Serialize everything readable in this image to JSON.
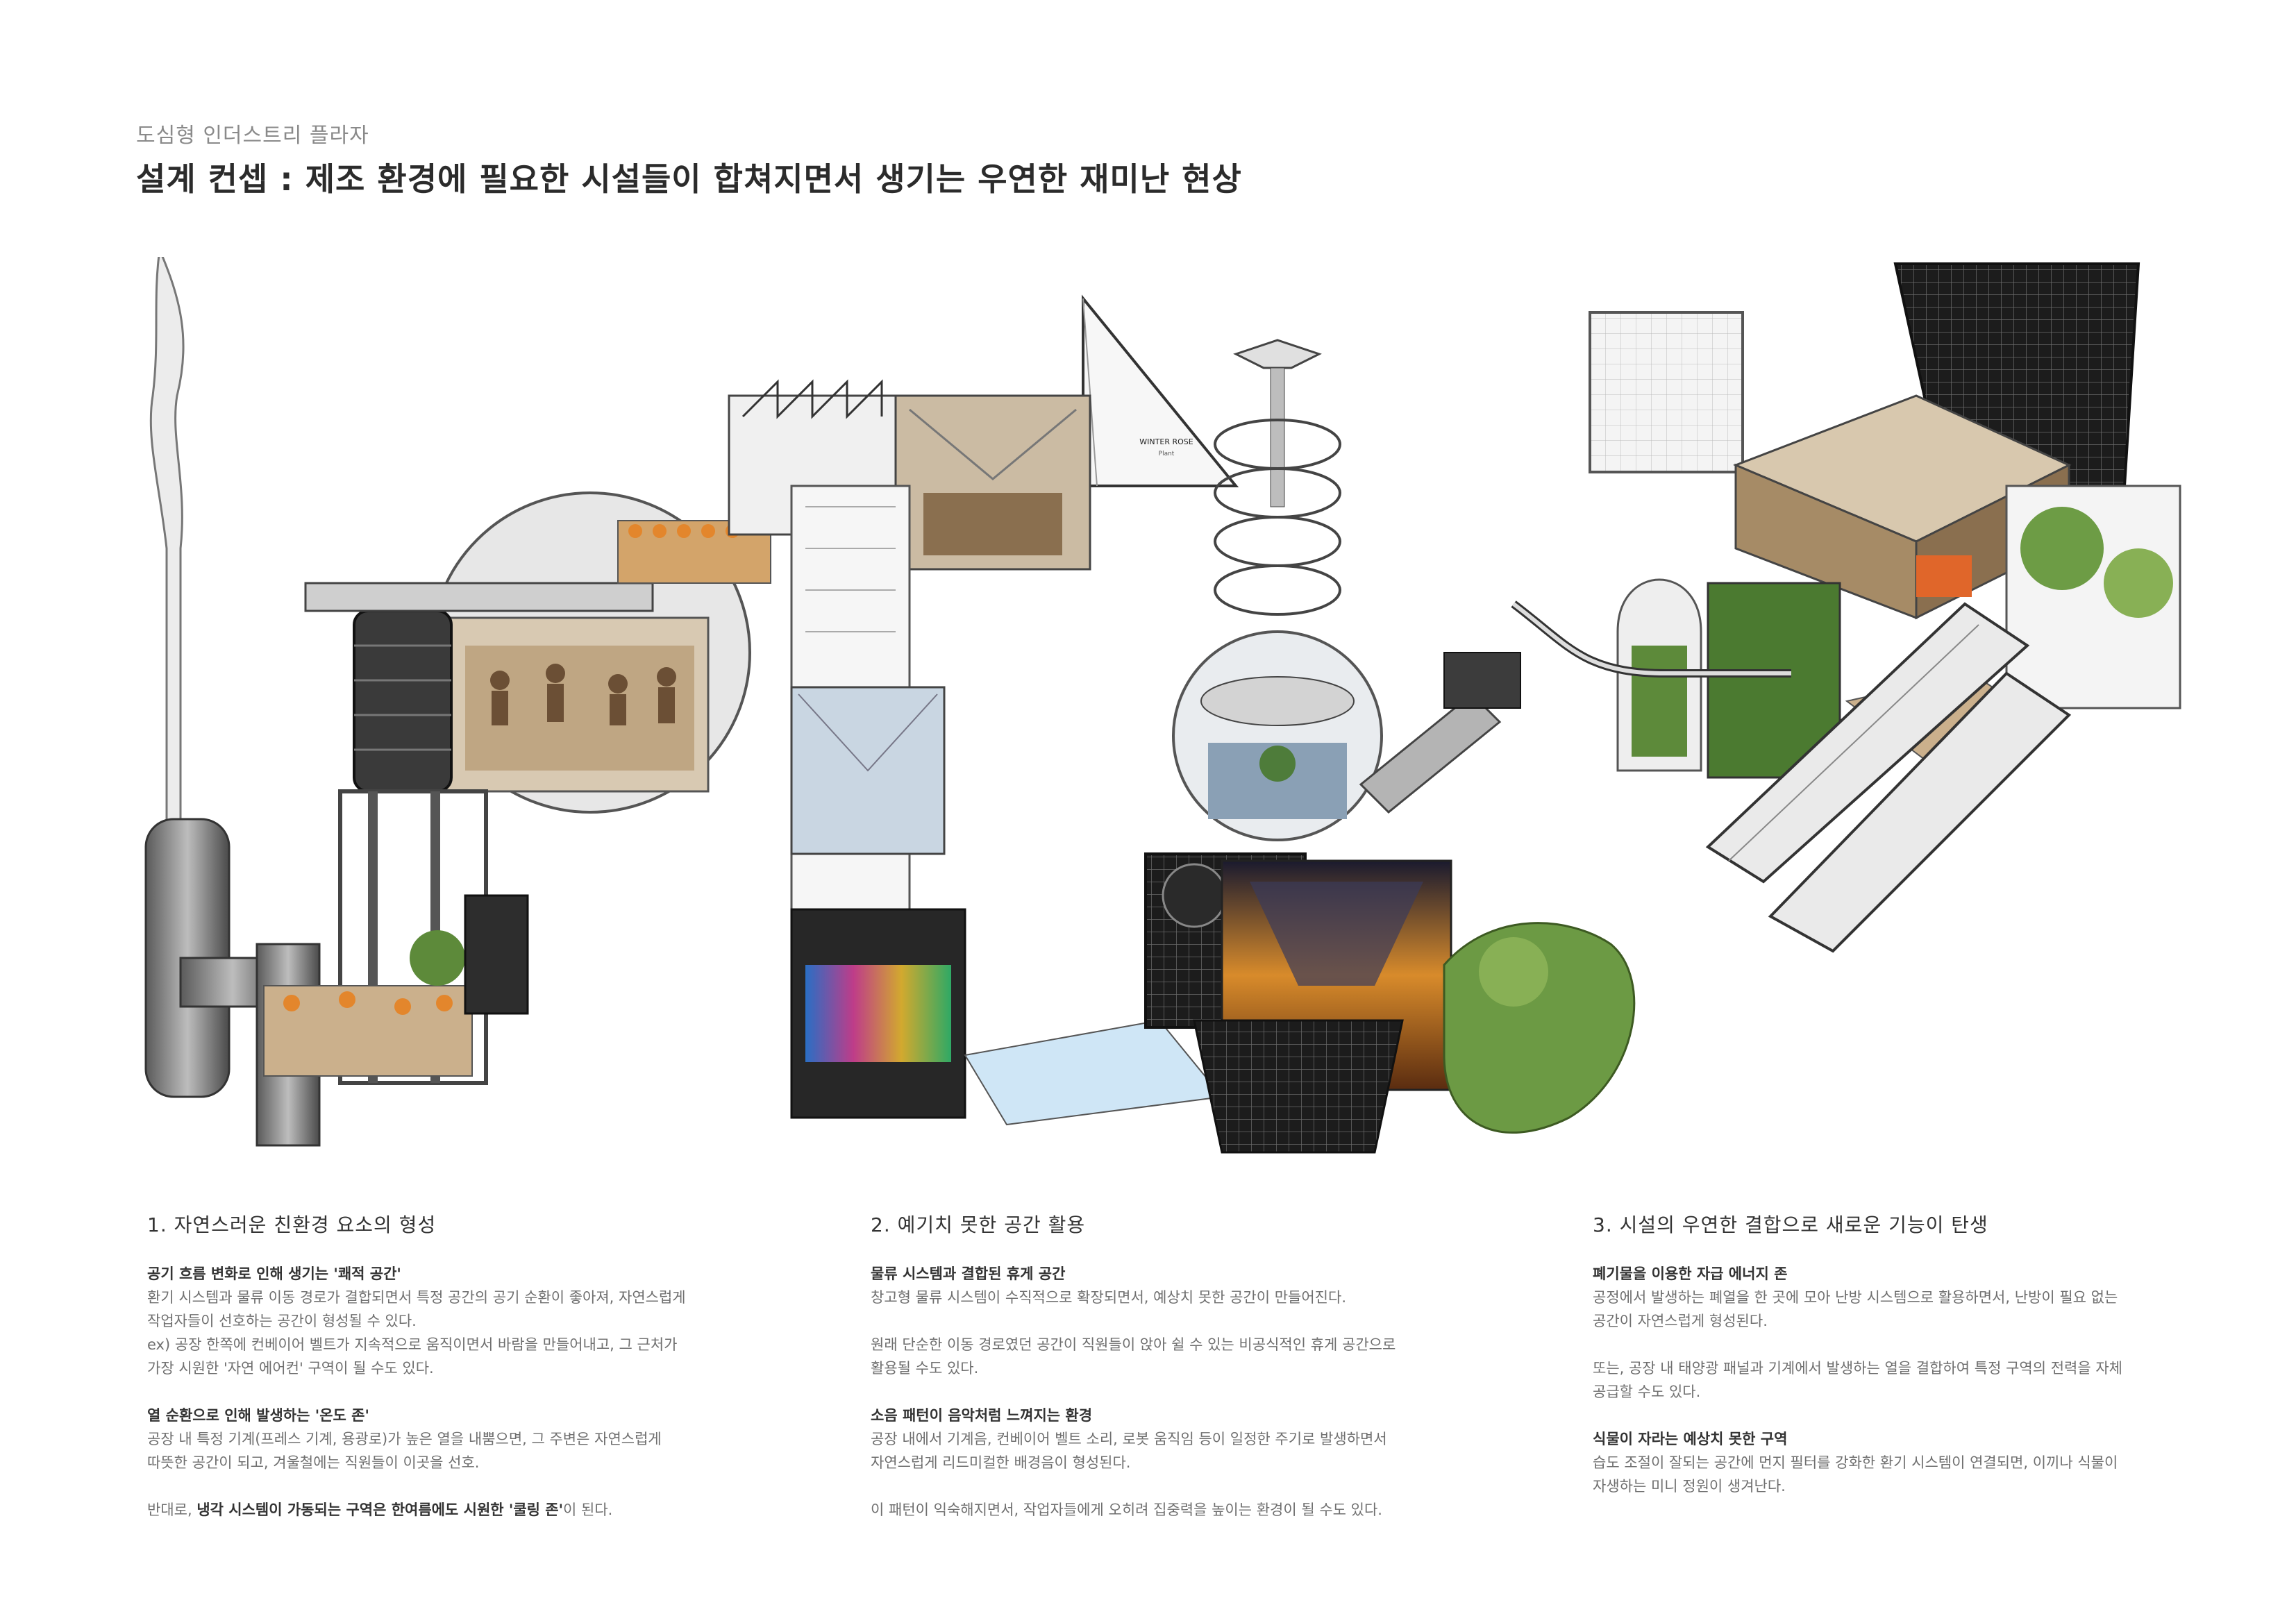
{
  "header": {
    "subtitle": "도심형 인더스트리 플라자",
    "title": "설계 컨셉 : 제조 환경에 필요한 시설들이 합쳐지면서 생기는 우연한 재미난 현상"
  },
  "collage": {
    "sign_line1": "WINTER ROSE",
    "sign_line2": "Plant"
  },
  "sections": [
    {
      "heading": "1. 자연스러운 친환경 요소의 형성",
      "blocks": [
        {
          "subheading": "공기 흐름 변화로 인해 생기는 '쾌적 공간'",
          "lines": [
            "환기 시스템과 물류 이동 경로가 결합되면서 특정 공간의 공기 순환이 좋아져, 자연스럽게",
            "작업자들이 선호하는 공간이 형성될 수 있다.",
            "ex) 공장 한쪽에 컨베이어 벨트가 지속적으로 움직이면서 바람을 만들어내고, 그 근처가",
            "가장 시원한 '자연 에어컨' 구역이 될 수도 있다."
          ]
        },
        {
          "subheading": "열 순환으로 인해 발생하는 '온도 존'",
          "lines": [
            "공장 내 특정 기계(프레스 기계, 용광로)가 높은 열을 내뿜으면, 그 주변은 자연스럽게",
            "따뜻한 공간이 되고, 겨울철에는 직원들이 이곳을 선호."
          ]
        }
      ],
      "footer": {
        "pre": "반대로, ",
        "bold": "냉각 시스템이 가동되는 구역은 한여름에도 시원한 '쿨링 존'",
        "post": "이 된다."
      }
    },
    {
      "heading": "2. 예기치 못한 공간 활용",
      "blocks": [
        {
          "subheading": "물류 시스템과 결합된 휴게 공간",
          "lines": [
            "창고형 물류 시스템이 수직적으로 확장되면서, 예상치 못한 공간이 만들어진다.",
            "",
            "원래 단순한 이동 경로였던 공간이 직원들이 앉아 쉴 수 있는 비공식적인 휴게 공간으로",
            "활용될 수도 있다."
          ]
        },
        {
          "subheading": "소음 패턴이 음악처럼 느껴지는 환경",
          "lines": [
            "공장 내에서 기계음, 컨베이어 벨트 소리, 로봇 움직임 등이 일정한 주기로 발생하면서",
            "자연스럽게 리드미컬한 배경음이 형성된다.",
            "",
            "이 패턴이 익숙해지면서, 작업자들에게 오히려 집중력을 높이는 환경이 될 수도 있다."
          ]
        }
      ]
    },
    {
      "heading": "3. 시설의 우연한 결합으로 새로운 기능이 탄생",
      "blocks": [
        {
          "subheading": "폐기물을 이용한 자급 에너지 존",
          "lines": [
            "공정에서 발생하는 폐열을 한 곳에 모아 난방 시스템으로 활용하면서, 난방이 필요 없는",
            "공간이 자연스럽게 형성된다.",
            "",
            "또는, 공장 내 태양광 패널과 기계에서 발생하는 열을 결합하여 특정 구역의 전력을 자체",
            "공급할 수도 있다."
          ]
        },
        {
          "subheading": "식물이 자라는 예상치 못한 구역",
          "lines": [
            "습도 조절이 잘되는 공간에 먼지 필터를 강화한 환기 시스템이 연결되면, 이끼나 식물이",
            "자생하는 미니 정원이 생겨난다."
          ]
        }
      ]
    }
  ]
}
